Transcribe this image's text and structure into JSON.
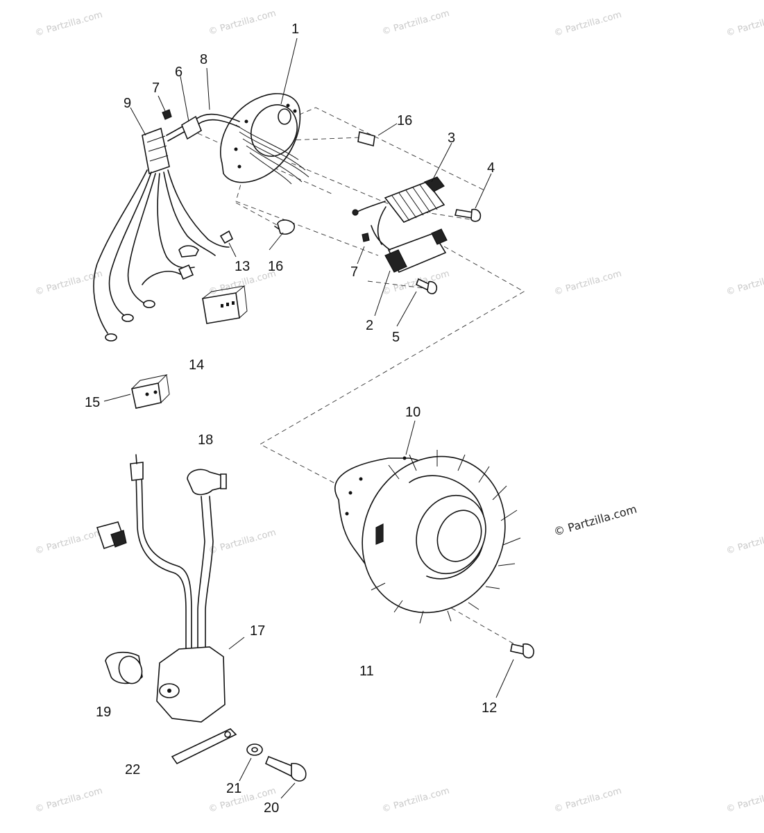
{
  "watermark": {
    "text": "© Partzilla.com"
  },
  "labels": [
    "1",
    "2",
    "3",
    "4",
    "5",
    "6",
    "7",
    "7",
    "8",
    "9",
    "10",
    "11",
    "12",
    "13",
    "14",
    "15",
    "16",
    "16",
    "17",
    "18",
    "19",
    "20",
    "21",
    "22"
  ]
}
